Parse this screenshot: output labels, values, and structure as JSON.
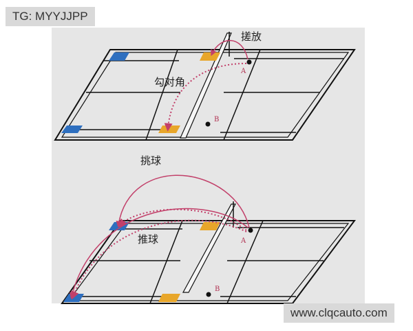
{
  "watermarks": {
    "top": "TG: MYYJJPP",
    "bottom": "www.clqcauto.com"
  },
  "top_court": {
    "labels": {
      "net_shot": "搓放",
      "cross": "勾对角",
      "point_a": "A",
      "point_b": "B"
    }
  },
  "bottom_court": {
    "labels": {
      "lift": "挑球",
      "push": "推球",
      "point_a": "A",
      "point_b": "B"
    }
  },
  "colors": {
    "blue_zone": "#2e6fbf",
    "orange_zone": "#e8a62a",
    "arrow": "#c2406a",
    "court_line": "#111111",
    "background": "#e6e6e6"
  }
}
